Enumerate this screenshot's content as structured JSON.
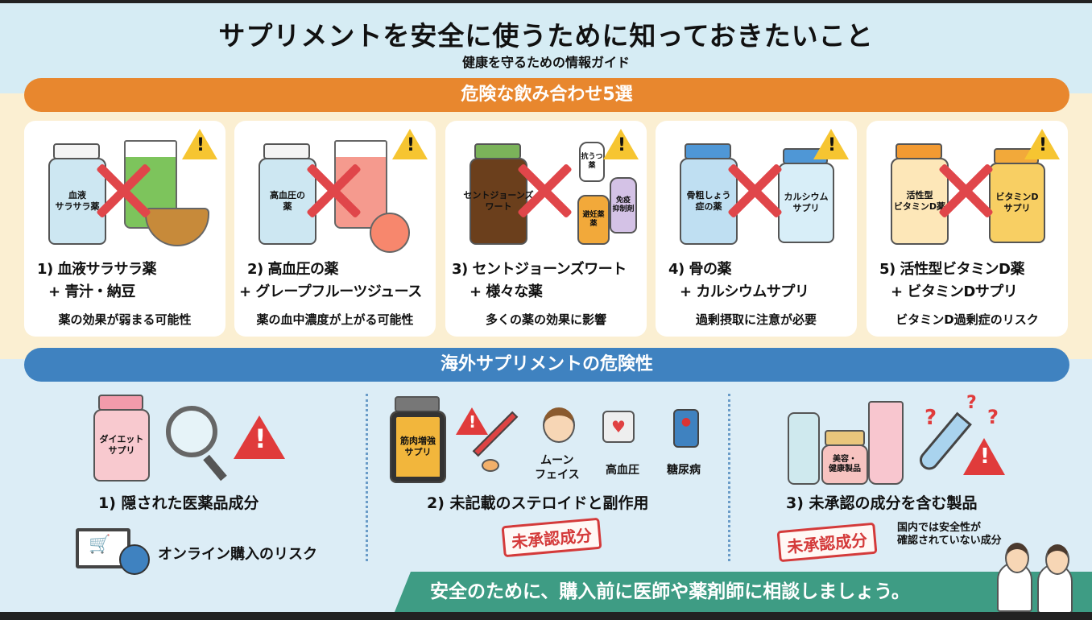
{
  "header": {
    "title": "サプリメントを安全に使うために知っておきたいこと",
    "subtitle": "健康を守るための情報ガイド"
  },
  "section1": {
    "title": "危険な飲み合わせ5選",
    "warning_glyph": "!",
    "cards": [
      {
        "line1": "1) 血液サラサラ薬",
        "line2": "+ 青汁・納豆",
        "desc": "薬の効果が弱まる可能性",
        "labels": [
          "血液\nサラサラ薬"
        ]
      },
      {
        "line1": "2) 高血圧の薬",
        "line2": "+ グレープフルーツジュース",
        "desc": "薬の血中濃度が上がる可能性",
        "labels": [
          "高血圧の\n薬"
        ]
      },
      {
        "line1": "3) セントジョーンズワート",
        "line2": "+ 様々な薬",
        "desc": "多くの薬の効果に影響",
        "labels": [
          "セントジョーンズ\nワート",
          "抗うつ\n薬",
          "避妊薬\n薬",
          "免疫\n抑制剤"
        ]
      },
      {
        "line1": "4) 骨の薬",
        "line2": "+ カルシウムサプリ",
        "desc": "過剰摂取に注意が必要",
        "labels": [
          "骨粗しょう\n症の薬",
          "カルシウム\nサプリ"
        ]
      },
      {
        "line1": "5) 活性型ビタミンD薬",
        "line2": "+ ビタミンDサプリ",
        "desc": "ビタミンD過剰症のリスク",
        "labels": [
          "活性型\nビタミンD薬",
          "ビタミンD\nサプリ"
        ]
      }
    ]
  },
  "section2": {
    "title": "海外サプリメントの危険性",
    "items": [
      {
        "title": "1) 隠された医薬品成分",
        "bottle_label": "ダイエット\nサプリ",
        "extra": "オンライン購入のリスク"
      },
      {
        "title": "2) 未記載のステロイドと副作用",
        "bottle_label": "筋肉増強\nサプリ",
        "icons": [
          "ムーン\nフェイス",
          "高血圧",
          "糖尿病"
        ],
        "stamp": "未承認成分"
      },
      {
        "title": "3) 未承認の成分を含む製品",
        "jar_label": "美容・\n健康製品",
        "stamp": "未承認成分",
        "note": "国内では安全性が\n確認されていない成分"
      }
    ]
  },
  "footer": {
    "text": "安全のために、購入前に医師や薬剤師に相談しましょう。"
  },
  "colors": {
    "orange": "#e8872e",
    "blue": "#3f82c0",
    "green": "#3e9c84",
    "red": "#e0464a"
  }
}
